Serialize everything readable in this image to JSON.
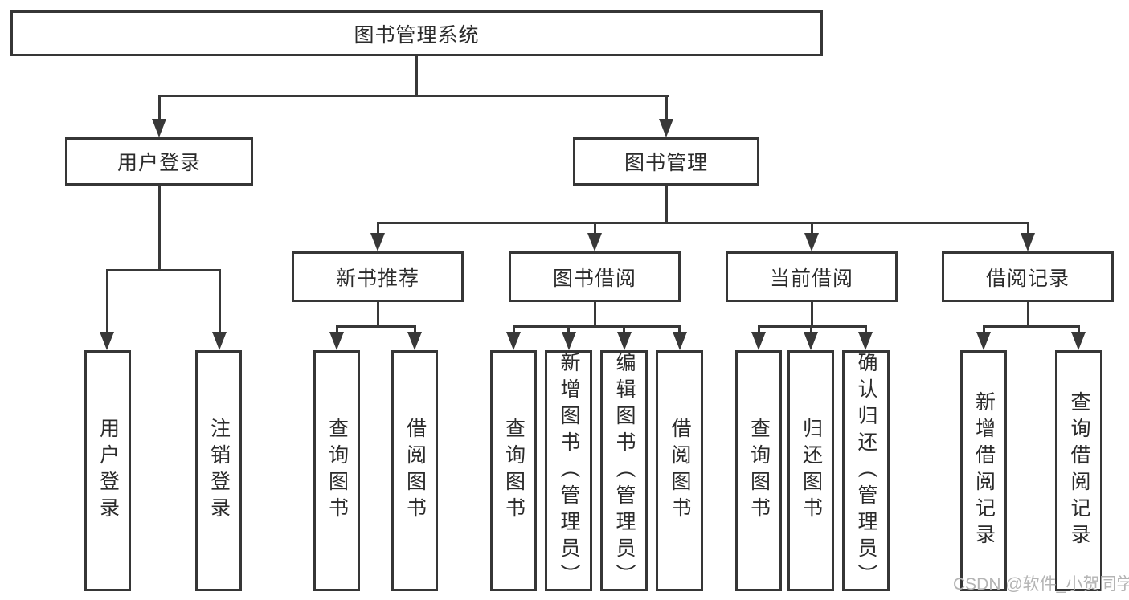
{
  "diagram": {
    "title": "图书管理系统",
    "type": "tree-diagram",
    "colors": {
      "line": "#383838",
      "border": "#363636",
      "text": "#2b2b2b",
      "watermark": "#b4b4b4",
      "background": "#ffffff"
    },
    "root": {
      "label": "图书管理系统"
    },
    "level2": [
      {
        "label": "用户登录"
      },
      {
        "label": "图书管理"
      }
    ],
    "level3": [
      {
        "label": "新书推荐"
      },
      {
        "label": "图书借阅"
      },
      {
        "label": "当前借阅"
      },
      {
        "label": "借阅记录"
      }
    ],
    "leaves": {
      "user_login": [
        {
          "label": "用户登录"
        },
        {
          "label": "注销登录"
        }
      ],
      "new_books": [
        {
          "label": "查询图书"
        },
        {
          "label": "借阅图书"
        }
      ],
      "book_borrow": [
        {
          "label": "查询图书"
        },
        {
          "label": "新增图书（管理员）"
        },
        {
          "label": "编辑图书（管理员）"
        },
        {
          "label": "借阅图书"
        }
      ],
      "current_borrow": [
        {
          "label": "查询图书"
        },
        {
          "label": "归还图书"
        },
        {
          "label": "确认归还（管理员）"
        }
      ],
      "borrow_records": [
        {
          "label": "新增借阅记录"
        },
        {
          "label": "查询借阅记录"
        }
      ]
    },
    "watermark": "CSDN @软件_小贺同学"
  }
}
